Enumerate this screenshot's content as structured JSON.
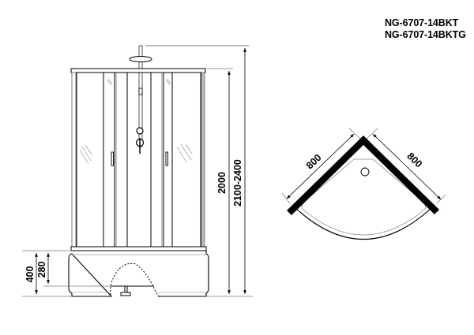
{
  "models": [
    "NG-6707-14BKT",
    "NG-6707-14BKTG"
  ],
  "front_view": {
    "dimensions": {
      "cabin_height": "2000",
      "total_height_range": "2100-2400",
      "tray_height": "400",
      "tray_inner_height": "280"
    },
    "components": [
      "shower-head",
      "shower-rail",
      "control-knob",
      "mixer-tap",
      "left-door",
      "right-door",
      "door-handles",
      "tray",
      "drain-leg"
    ]
  },
  "top_view": {
    "dimensions": {
      "left_side": "800",
      "right_side": "800"
    },
    "components": [
      "corner-walls",
      "quarter-round-tray",
      "drain-hole"
    ]
  },
  "colors": {
    "line": "#000000",
    "secondary_line": "#999999",
    "background": "#ffffff"
  }
}
